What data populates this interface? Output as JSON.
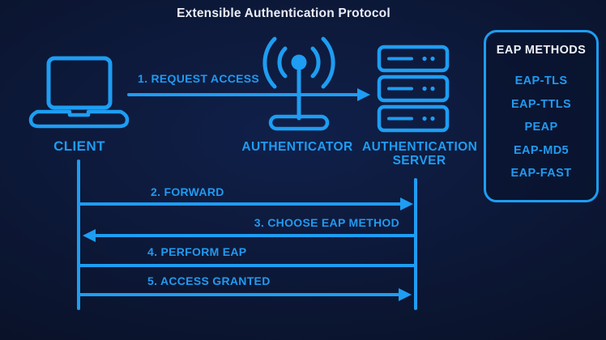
{
  "title": "Extensible Authentication Protocol",
  "colors": {
    "accent_blue": "#1e9df2",
    "background_navy": "#0c1732",
    "title_white": "#e9edf6"
  },
  "nodes": {
    "client": {
      "label": "CLIENT"
    },
    "authenticator": {
      "label": "AUTHENTICATOR"
    },
    "auth_server": {
      "label_line1": "AUTHENTICATION",
      "label_line2": "SERVER"
    }
  },
  "messages": [
    {
      "step": "1. REQUEST ACCESS",
      "from": "client",
      "to": "authentication server",
      "direction": "right"
    },
    {
      "step": "2. FORWARD",
      "from": "client",
      "to": "authentication server",
      "direction": "right"
    },
    {
      "step": "3. CHOOSE EAP METHOD",
      "from": "authentication server",
      "to": "client",
      "direction": "left"
    },
    {
      "step": "4. PERFORM EAP",
      "from": "client",
      "to": "authentication server",
      "direction": "both"
    },
    {
      "step": "5. ACCESS GRANTED",
      "from": "client",
      "to": "authentication server",
      "direction": "right"
    }
  ],
  "eap_methods_panel": {
    "header": "EAP METHODS",
    "methods": [
      "EAP-TLS",
      "EAP-TTLS",
      "PEAP",
      "EAP-MD5",
      "EAP-FAST"
    ]
  }
}
